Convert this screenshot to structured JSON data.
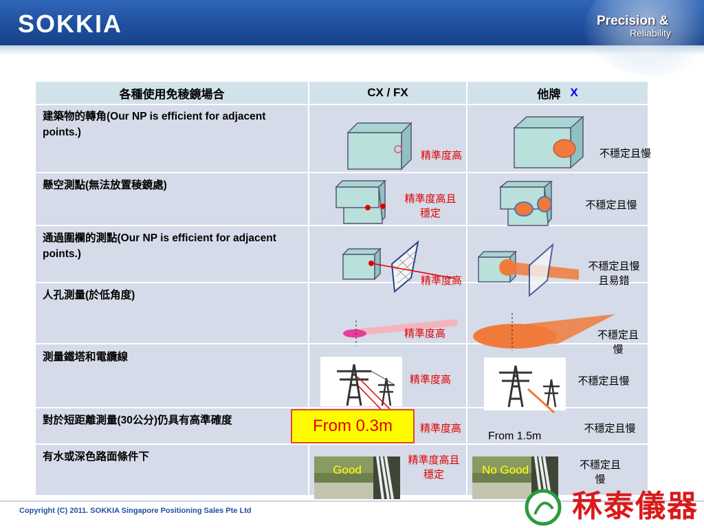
{
  "header": {
    "logo": "SOKKIA",
    "tagline_line1": "Precision &",
    "tagline_line2": "Reliability"
  },
  "table": {
    "headers": [
      "各種使用免稜鏡場合",
      "CX / FX",
      "他牌"
    ],
    "header_mark": "X",
    "rows": [
      {
        "label": "建築物的轉角(Our NP is efficient for adjacent points.)",
        "cx": "精準度高",
        "other": "不穩定且慢"
      },
      {
        "label": "懸空測點(無法放置稜鏡處)",
        "cx": "精準度高且穩定",
        "other": "不穩定且慢"
      },
      {
        "label": "通過圍欄的測點(Our NP is efficient for adjacent points.)",
        "cx": "精準度高",
        "other": "不穩定且慢且易錯"
      },
      {
        "label": "人孔測量(於低角度)",
        "cx": "精準度高",
        "other": "不穩定且慢"
      },
      {
        "label": "測量鐵塔和電纜線",
        "cx": "精準度高",
        "other": "不穩定且慢"
      },
      {
        "label": "對於短距離測量(30公分)仍具有高準確度",
        "cx": "精準度高",
        "other": "不穩定且慢"
      },
      {
        "label": "有水或深色路面條件下",
        "cx": "精準度高且穩定",
        "other": "不穩定且慢"
      }
    ]
  },
  "callouts": {
    "cx_min_distance": "From 0.3m",
    "other_min_distance": "From 1.5m",
    "good": "Good",
    "no_good": "No Good"
  },
  "footer": {
    "copyright": "Copyright (C) 2011. SOKKIA Singapore Positioning Sales Pte Ltd",
    "brand": "秝泰儀器"
  },
  "colors": {
    "header_blue": "#1f4f9e",
    "row_bg": "#d5dbe8",
    "header_row_bg": "#d2e2ea",
    "accent_red": "#e00000",
    "laser_orange": "#f07a3a"
  }
}
